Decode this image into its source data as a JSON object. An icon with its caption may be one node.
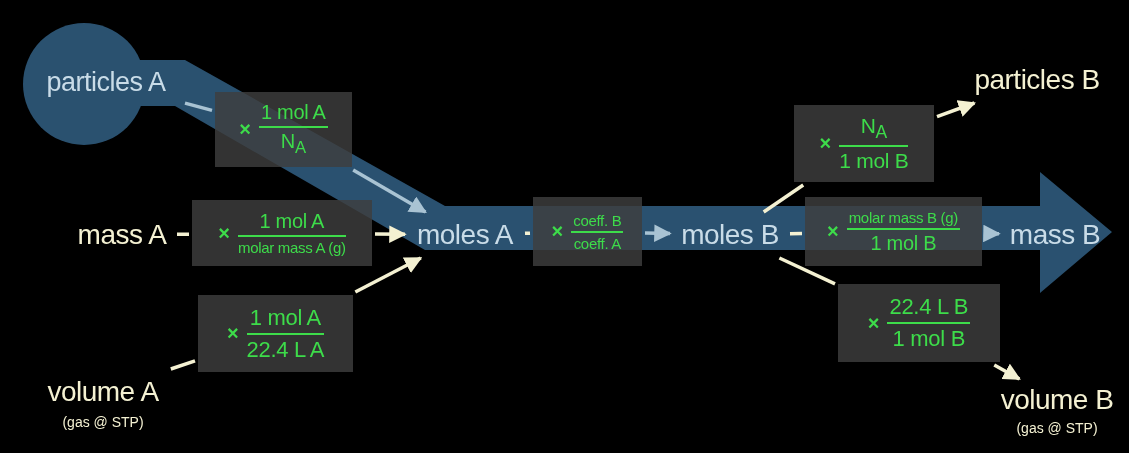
{
  "diagram": {
    "nodes": [
      {
        "text": [
          "particles A"
        ]
      },
      {
        "text": [
          "×",
          "1 mol A",
          "N$_{A}$"
        ]
      },
      {
        "text": [
          "mass A"
        ]
      },
      {
        "text": [
          "×",
          "1 mol A",
          "molar mass A (g)"
        ]
      },
      {
        "text": [
          "×",
          "1 mol A",
          "22.4 L A"
        ]
      },
      {
        "text": [
          "volume A"
        ],
        "beside": [
          "(gas @ STP)"
        ]
      },
      {
        "text": [
          "moles A"
        ]
      },
      {
        "text": [
          "×",
          "coeff. B",
          "coeff. A"
        ]
      },
      {
        "text": [
          "moles B"
        ]
      },
      {
        "text": [
          "×",
          "N$_{A}$",
          "1 mol B"
        ]
      },
      {
        "text": [
          "particles B"
        ]
      },
      {
        "text": [
          "×",
          "molar mass B (g)",
          "1 mol B"
        ]
      },
      {
        "text": [
          "mass B"
        ]
      },
      {
        "text": [
          "×",
          "22.4 L B",
          "1 mol B"
        ]
      },
      {
        "text": [
          "volume B"
        ],
        "beside": [
          "(gas @ STP)"
        ]
      }
    ],
    "edges": [
      {
        "from": 0,
        "to": 1,
        "arrow": "none",
        "color": "#a9c3d3"
      },
      {
        "from": 1,
        "to": 6,
        "arrow": "to",
        "color": "#a9c3d3"
      },
      {
        "from": 2,
        "to": 3,
        "arrow": "none"
      },
      {
        "from": 3,
        "to": 6,
        "arrow": "to"
      },
      {
        "from": 5,
        "to": 4,
        "arrow": "none"
      },
      {
        "from": 4,
        "to": 6,
        "arrow": "to"
      },
      {
        "from": 6,
        "to": 7,
        "arrow": "none"
      },
      {
        "from": 7,
        "to": 8,
        "arrow": "to",
        "color": "#a9c3d3"
      },
      {
        "from": 8,
        "to": 9,
        "arrow": "none"
      },
      {
        "from": 9,
        "to": 10,
        "arrow": "to"
      },
      {
        "from": 8,
        "to": 11,
        "arrow": "none"
      },
      {
        "from": 11,
        "to": 12,
        "arrow": "to",
        "color": "#a9c3d3"
      },
      {
        "from": 8,
        "to": 13,
        "arrow": "none"
      },
      {
        "from": 13,
        "to": 14,
        "arrow": "to"
      }
    ]
  }
}
